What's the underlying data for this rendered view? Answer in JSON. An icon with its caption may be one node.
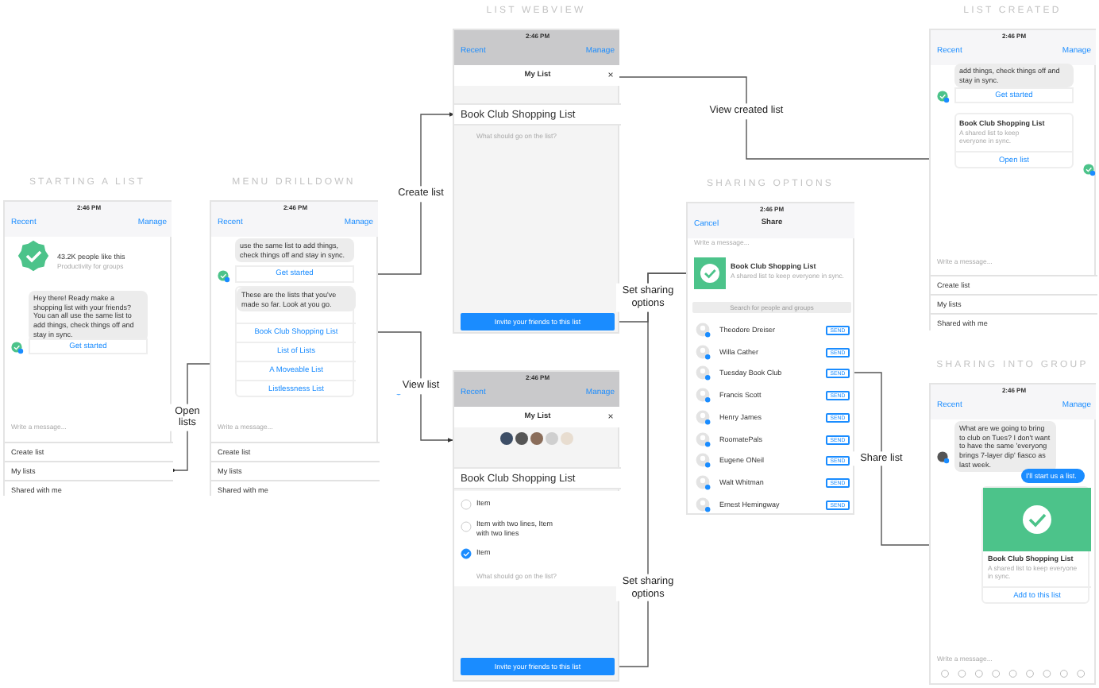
{
  "diagram": {
    "nodes": [
      {
        "text": [
          "STARTING A LIST"
        ]
      },
      {
        "text": [
          "My lists"
        ],
        "in": 0
      },
      {
        "text": [
          "MENU DRILLDOWN"
        ]
      },
      {
        "text": [
          "Get started"
        ],
        "in": 2
      },
      {
        "text": [
          "These are the lists that you've made so far. Look at you go."
        ],
        "in": 2
      },
      {
        "text": [
          "Book Club Shopping List"
        ],
        "in": 4
      },
      {
        "text": [
          "List of Lists"
        ],
        "in": 4
      },
      {
        "text": [
          "A Moveable List"
        ],
        "in": 4
      },
      {
        "text": [
          "Listlessness List"
        ],
        "in": 4
      },
      {
        "text": [
          "LIST WEBVIEW"
        ]
      },
      {
        "text": [
          "×"
        ],
        "in": 9
      },
      {
        "text": [
          "Book Club Shopping List"
        ],
        "in": 9
      },
      {
        "text": [
          "Invite your friends to this list"
        ],
        "in": 9
      },
      {
        "text": [],
        "shape": "box"
      },
      {
        "text": [
          "Invite your friends to this list"
        ],
        "in": 13
      },
      {
        "text": [
          "SHARING OPTIONS"
        ]
      },
      {
        "text": [
          "Book Club Shopping List",
          "A shared list to keep everyone in sync."
        ],
        "in": 15
      },
      {
        "text": [
          "SEND"
        ],
        "in": 15
      },
      {
        "text": [
          "LIST CREATED"
        ]
      },
      {
        "text": [
          "Open list"
        ],
        "in": 18
      },
      {
        "text": [
          "SHARING INTO GROUP"
        ]
      },
      {
        "text": [
          "Book Club Shopping List",
          "A shared list to keep everyone in sync.",
          "Add to this list"
        ],
        "in": 20
      },
      {
        "text": [
          "Create list"
        ],
        "in": 0
      },
      {
        "text": [
          "Shared with me"
        ],
        "in": 0
      },
      {
        "text": [
          "Create list"
        ],
        "in": 2
      },
      {
        "text": [
          "My lists"
        ],
        "in": 2
      },
      {
        "text": [
          "Shared with me"
        ],
        "in": 2
      },
      {
        "text": [
          "Book Club Shopping List"
        ],
        "in": 13
      },
      {
        "text": [
          "Create list"
        ],
        "in": 18
      },
      {
        "text": [
          "My lists"
        ],
        "in": 18
      },
      {
        "text": [
          "Shared with me"
        ],
        "in": 18
      }
    ],
    "edges": [
      {
        "from": 1,
        "to": 4,
        "arrow": "to",
        "label": "Open lists"
      },
      {
        "from": 3,
        "to": 11,
        "arrow": "to",
        "label": "Create list"
      },
      {
        "from": 5,
        "to": 13,
        "arrow": "to",
        "label": "View list"
      },
      {
        "from": 10,
        "to": 19,
        "arrow": "to",
        "label": "View created list"
      },
      {
        "from": 12,
        "to": 16,
        "arrow": "to",
        "label": "Set sharing options"
      },
      {
        "from": 14,
        "to": 16,
        "arrow": "to",
        "label": "Set sharing options"
      },
      {
        "from": 17,
        "to": 21,
        "arrow": "to",
        "label": "Share list"
      }
    ],
    "labels": [
      "2:46 PM",
      "Recent",
      "Manage",
      "43.2K people like this",
      "Productivity for groups",
      "Hey there! Ready make a shopping list with your friends? You can all use the same list to add things, check things off and stay in sync.",
      "Get started",
      "Write a message...",
      "2:46 PM",
      "Recent",
      "Manage",
      "use the same list to add things, check things off and stay in sync.",
      "Write a message...",
      "2:46 PM",
      "Recent",
      "Manage",
      "My List",
      "What should go on the list?",
      "2:46 PM",
      "Recent",
      "Manage",
      "My List",
      "×",
      "Item",
      "Item with two lines, Item with two lines",
      "Item",
      "What should go on the list?",
      "2:46 PM",
      "Cancel",
      "Share",
      "Write a message...",
      "Search for people and groups",
      "Theodore Dreiser",
      "SEND",
      "Willa Cather",
      "SEND",
      "Tuesday Book Club",
      "Francis Scott",
      "SEND",
      "Henry James",
      "SEND",
      "RoomatePals",
      "SEND",
      "Eugene ONeil",
      "SEND",
      "Walt Whitman",
      "SEND",
      "Ernest Hemingway",
      "SEND",
      "2:46 PM",
      "Recent",
      "Manage",
      "add things, check things off and stay in sync.",
      "Get started",
      "Book Club Shopping List",
      "A shared list to keep everyone in sync.",
      "Write a message...",
      "2:46 PM",
      "Recent",
      "Manage",
      "What are we going to bring to club on Tues? I don't want to have the same 'everyong brings 7-layer dip' fiasco as last week.",
      "I'll start us a list.",
      "Write a message..."
    ]
  }
}
